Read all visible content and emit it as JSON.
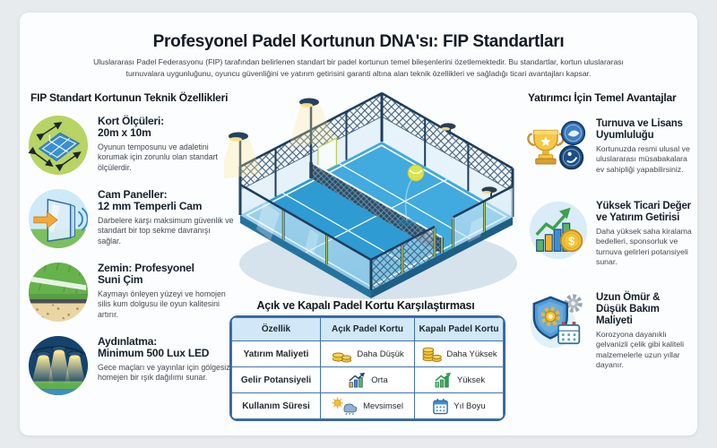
{
  "page": {
    "title": "Profesyonel Padel Kortunun DNA'sı: FIP Standartları",
    "subtitle": "Uluslararası Padel Federasyonu (FIP) tarafından belirlenen standart bir padel kortunun temel bileşenlerini özetlemektedir. Bu standartlar, kortun uluslararası turnuvalara uygunluğunu, oyuncu güvenliğini ve yatırım getirisini garanti altına alan teknik özellikleri ve sağladığı ticari avantajları kapsar."
  },
  "technical": {
    "header": "FIP Standart Kortunun Teknik Özellikleri",
    "items": [
      {
        "icon": "court-dimensions-icon",
        "title": "Kort Ölçüleri:\n20m x 10m",
        "description": "Oyunun temposunu ve adaletini korumak için zorunlu olan standart ölçülerdir."
      },
      {
        "icon": "glass-panel-icon",
        "title": "Cam Paneller:\n12 mm Temperli Cam",
        "description": "Darbelere karşı maksimum güvenlik ve standart bir top sekme davranışı sağlar."
      },
      {
        "icon": "artificial-turf-icon",
        "title": "Zemin: Profesyonel\nSuni Çim",
        "description": "Kaymayı önleyen yüzeyi ve homojen silis kum dolgusu ile oyun kalitesini artırır."
      },
      {
        "icon": "led-lighting-icon",
        "title": "Aydınlatma:\nMinimum 500 Lux LED",
        "description": "Gece maçları ve yayınlar için gölgesiz, homejen bir ışık dağılımı sunar."
      }
    ]
  },
  "advantages": {
    "header": "Yatırımcı İçin Temel Avantajlar",
    "items": [
      {
        "icon": "trophy-badges-icon",
        "title": "Turnuva ve Lisans\nUyumluluğu",
        "description": "Kortunuzda resmi ulusal ve uluslararası müsabakalara ev sahipliği yapabilirsiniz."
      },
      {
        "icon": "roi-growth-icon",
        "title": "Yüksek Ticari Değer\nve Yatırım Getirisi",
        "description": "Daha yüksek saha kiralama bedelleri, sponsorluk ve turnuva gelirleri potansiyeli sunar."
      },
      {
        "icon": "shield-gear-calendar-icon",
        "title": "Uzun Ömür &\nDüşük Bakım Maliyeti",
        "description": "Korozyona dayanıklı gelvanizli çelik gibi kaliteli malzemelerle uzun yıllar dayanır."
      }
    ]
  },
  "comparison": {
    "title": "Açık ve Kapalı Padel Kortu Karşılaştırması",
    "columns": [
      "Özellik",
      "Açık Padel Kortu",
      "Kapalı Padel Kortu"
    ],
    "rows": [
      {
        "feature": "Yatırım Maliyeti",
        "open": {
          "icon": "coins-icon",
          "label": "Daha Düşük"
        },
        "closed": {
          "icon": "coin-stack-icon",
          "label": "Daha Yüksek"
        }
      },
      {
        "feature": "Gelir Potansiyeli",
        "open": {
          "icon": "bar-chart-arrow-icon",
          "label": "Orta"
        },
        "closed": {
          "icon": "green-growth-chart-icon",
          "label": "Yüksek"
        }
      },
      {
        "feature": "Kullanım Süresi",
        "open": {
          "icon": "sun-rain-icon",
          "label": "Mevsimsel"
        },
        "closed": {
          "icon": "calendar-icon",
          "label": "Yıl Boyu"
        }
      }
    ]
  },
  "illustration": {
    "name": "isometric-padel-court",
    "elements": [
      "blue court floor",
      "glass panels",
      "steel mesh fencing",
      "net",
      "LED flood lights",
      "padel ball"
    ]
  },
  "colors": {
    "court_blue": "#2f9bd3",
    "frame_navy": "#1f3d5c",
    "frame_lime": "#b9cf4a",
    "table_border": "#3f74ab",
    "table_header_bg": "#d2e7f7",
    "accent_gold": "#f4c437",
    "accent_green": "#3da14f"
  }
}
